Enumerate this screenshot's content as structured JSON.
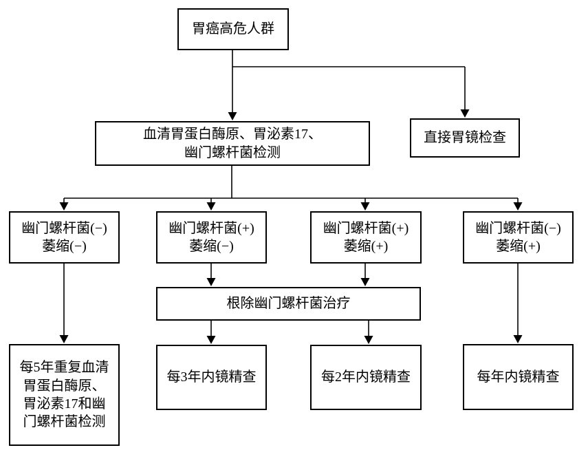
{
  "diagram": {
    "nodes": {
      "root": "胃癌高危人群",
      "serum_test": "血清胃蛋白酶原、胃泌素17、\n幽门螺杆菌检测",
      "direct_gastroscopy": "直接胃镜检查",
      "hp_neg_atrophy_neg": "幽门螺杆菌(−)\n萎缩(−)",
      "hp_pos_atrophy_neg": "幽门螺杆菌(+)\n萎缩(−)",
      "hp_pos_atrophy_pos": "幽门螺杆菌(+)\n萎缩(+)",
      "hp_neg_atrophy_pos": "幽门螺杆菌(−)\n萎缩(+)",
      "eradication": "根除幽门螺杆菌治疗",
      "repeat_5y": "每5年重复血清\n胃蛋白酶原、\n胃泌素17和幽\n门螺杆菌检测",
      "endoscopy_3y": "每3年内镜精查",
      "endoscopy_2y": "每2年内镜精查",
      "endoscopy_1y": "每年内镜精查"
    },
    "colors": {
      "line": "#000000",
      "background": "#ffffff"
    }
  }
}
